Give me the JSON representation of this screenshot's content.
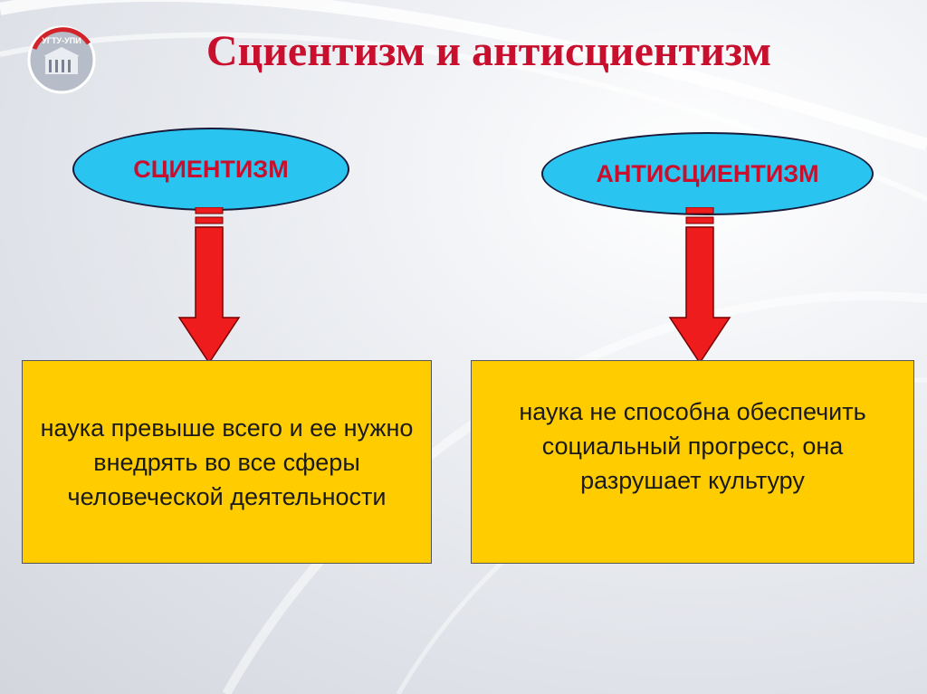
{
  "slide": {
    "title": "Сциентизм и антисциентизм",
    "logo_text": "УГТУ-УПИ"
  },
  "diagram": {
    "left": {
      "concept": "СЦИЕНТИЗМ",
      "description": "наука превыше всего и ее нужно внедрять во все сферы человеческой деятельности"
    },
    "right": {
      "concept": "АНТИСЦИЕНТИЗМ",
      "description": "наука не способна обеспечить социальный прогресс, она разрушает культуру"
    }
  },
  "colors": {
    "title": "#c8102e",
    "oval_fill": "#29c4ef",
    "box_fill": "#ffcc00",
    "arrow": "#ee1c1c"
  }
}
